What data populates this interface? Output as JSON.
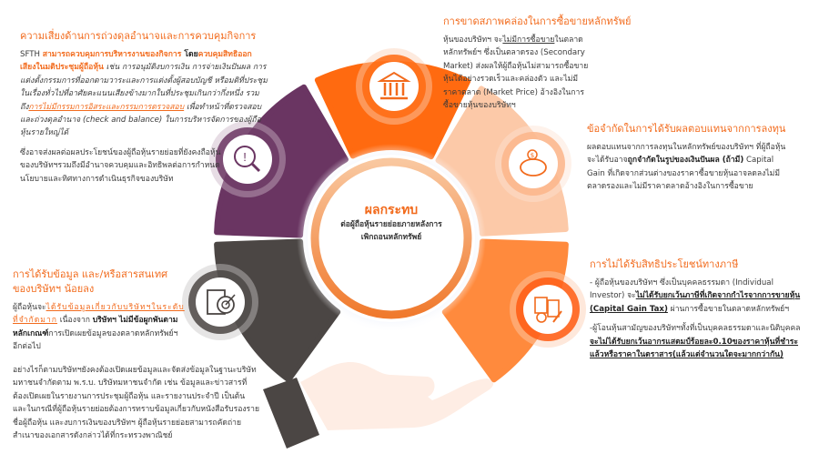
{
  "center": {
    "title": "ผลกระทบ",
    "subtitle_1": "ต่อผู้ถือหุ้นรายย่อยภายหลังการ",
    "subtitle_2": "เพิกถอนหลักทรัพย์"
  },
  "colors": {
    "accent": "#f26b1d",
    "purple": "#6a3562",
    "dark": "#4b4644",
    "peach": "#fcc9a8",
    "orange": "#ff8a3d",
    "orange_top": "#ff6a10",
    "hand": "#feede4"
  },
  "sections": {
    "control": {
      "title": "ความเสี่ยงด้านการถ่วงดุลอำนาจและการควบคุมกิจการ",
      "p1_a": "SFTH ",
      "p1_b": "สามารถควบคุมการบริหารงานของกิจการ",
      "p1_c": " โดย",
      "p1_d": "ควบคุมสิทธิออกเสียงในมติประชุมผู้ถือหุ้น",
      "p1_e": " เช่น การอนุมัติงบการเงิน การจ่ายเงินปันผล การแต่งตั้งกรรมการที่ออกตามวาระและการแต่งตั้งผู้สอบบัญชี หรือมติที่ประชุมในเรื่องทั่วไปที่อาศัยคะแนนเสียงข้างมากในที่ประชุมเกินกว่ากึ่งหนึ่ง รวมถึง",
      "p1_f": "การไม่มีกรรมการอิสระและกรรมการตรวจสอบ",
      "p1_g": " เพื่อทำหน้าที่ตรวจสอบและถ่วงดุลอำนาจ (check and balance) ในการบริหารจัดการของผู้ถือหุ้นรายใหญ่ได้",
      "p2": "ซึ่งอาจส่งผลต่อผลประโยชน์ของผู้ถือหุ้นรายย่อยที่ยังคงถือหุ้นของบริษัทฯรวมถึงมีอำนาจควบคุมและอิทธิพลต่อการกำหนดนโยบายและทิศทางการดำเนินธุรกิจของบริษัท"
    },
    "liquidity": {
      "title": "การขาดสภาพคล่องในการซื้อขายหลักทรัพย์",
      "p_a": "หุ้นของบริษัทฯ จะ",
      "p_b": "ไม่มีการซื้อขาย",
      "p_c": "ในตลาดหลักทรัพย์ฯ ซึ่งเป็นตลาดรอง (Secondary Market) ส่งผลให้ผู้ถือหุ้นไม่สามารถซื้อขายหุ้นได้อย่างรวดเร็วและคล่องตัว และไม่มีราคาตลาด (Market Price) อ้างอิงในการซื้อขายหุ้นของบริษัทฯ"
    },
    "returns": {
      "title": "ข้อจำกัดในการได้รับผลตอบแทนจากการลงทุน",
      "p_a": "ผลตอบแทนจากการลงทุนในหลักทรัพย์ของบริษัทฯ ที่ผู้ถือหุ้นจะได้รับอาจ",
      "p_b": "ถูกจำกัดในรูปของเงินปันผล (ถ้ามี)",
      "p_c": " Capital Gain ที่เกิดจากส่วนต่างของราคาซื้อขายหุ้นอาจลดลงไม่มีตลาดรองและไม่มีราคาตลาดอ้างอิงในการซื้อขาย"
    },
    "tax": {
      "title": "การไม่ได้รับสิทธิประโยชน์ทางภาษี",
      "p1_a": "- ผู้ถือหุ้นของบริษัทฯ ซึ่งเป็นบุคคลธรรมดา (Individual Investor) จะ",
      "p1_b": "ไม่ได้รับยกเว้นภาษีที่เกิดจากกำไรจากการขายหุ้น (Capital Gain Tax)",
      "p1_c": " ผ่านการซื้อขายในตลาดหลักทรัพย์ฯ",
      "p2_a": "-ผู้โอนหุ้นสามัญของบริษัทฯทั้งที่เป็นบุคคลธรรมดาและนิติบุคคล ",
      "p2_b": "จะไม่ได้รับยกเว้นอากรแสตมป์ร้อยละ0.10ของราคาหุ้นที่ชำระแล้วหรือราคาในตราสาร(แล้วแต่จำนวนใดจะมากกว่ากัน)"
    },
    "info": {
      "title_1": "การได้รับข้อมูล และ/หรือสารสนเทศ",
      "title_2": "ของบริษัทฯ น้อยลง",
      "p1_a": "ผู้ถือหุ้นจะ",
      "p1_b": "ได้รับข้อมูลเกี่ยวกับบริษัทฯในระดับที่จำกัดมาก",
      "p1_c": " เนื่องจาก ",
      "p1_d": "บริษัทฯ ไม่มีข้อผูกพันตามหลักเกณฑ์",
      "p1_e": "การเปิดเผยข้อมูลของตลาดหลักทรัพย์ฯ อีกต่อไป",
      "p2": "อย่างไรก็ตามบริษัทฯยังคงต้องเปิดเผยข้อมูลและจัดส่งข้อมูลในฐานะบริษัทมหาชนจำกัดตาม พ.ร.บ. บริษัทมหาชนจำกัด เช่น ข้อมูลและข่าวสารที่ต้องเปิดเผยในรายงานการประชุมผู้ถือหุ้น และรายงานประจำปี เป็นต้น และในกรณีที่ผู้ถือหุ้นรายย่อยต้องการทราบข้อมูลเกี่ยวกับหนังสือรับรองรายชื่อผู้ถือหุ้น และงบการเงินของบริษัทฯ ผู้ถือหุ้นรายย่อยสามารถคัดถ่ายสำเนาของเอกสารดังกล่าวได้ที่กระทรวงพาณิชย์"
    }
  },
  "icons": [
    "magnifier-alert-icon",
    "bank-icon",
    "piggy-bank-icon",
    "tax-document-icon",
    "clipboard-target-icon"
  ]
}
